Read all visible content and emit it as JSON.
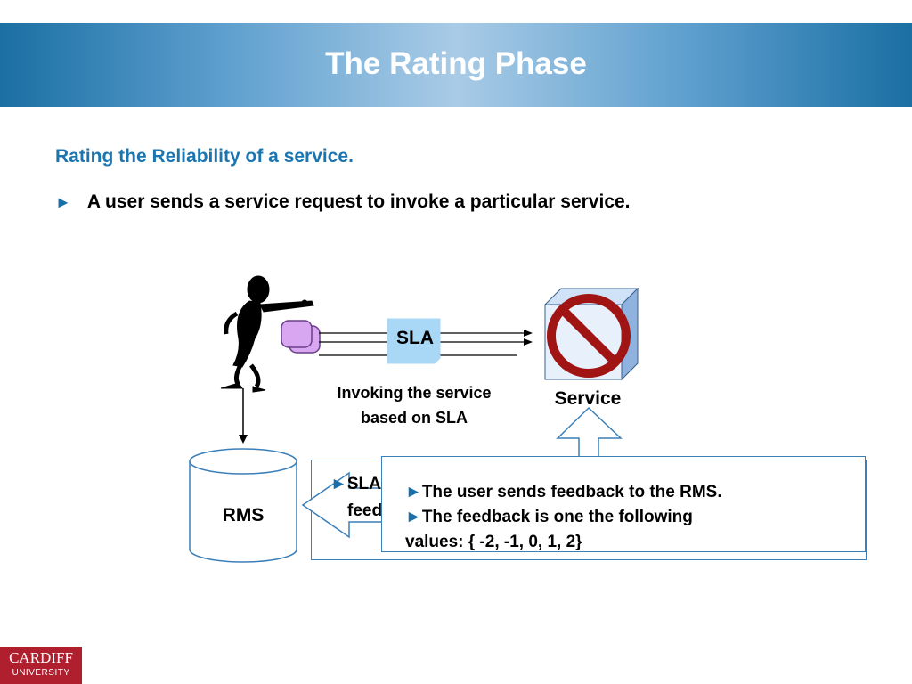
{
  "header": {
    "title": "The Rating Phase"
  },
  "subtitle": "Rating the Reliability of a service.",
  "bullet": {
    "marker": "►",
    "text": "A user sends a service request to invoke a particular service."
  },
  "diagram": {
    "sla_label": "SLA",
    "invoke_line1": "Invoking the service",
    "invoke_line2": "based on SLA",
    "service_label": "Service",
    "rms_label": "RMS"
  },
  "behind_box": {
    "line1_marker": "►",
    "line1": "SLA",
    "line2": "feed"
  },
  "callout": {
    "marker": "►",
    "line1": "The user sends feedback to the RMS.",
    "line2": "The feedback is one the following",
    "line3": "values: { -2, -1, 0, 1, 2}"
  },
  "logo": {
    "line1": "CARDIFF",
    "line2": "UNIVERSITY",
    "color": "#b01f2e"
  },
  "colors": {
    "accent": "#1b75b0",
    "stop_sign": "#a01414",
    "sla_doc": "#a9d8f7"
  }
}
